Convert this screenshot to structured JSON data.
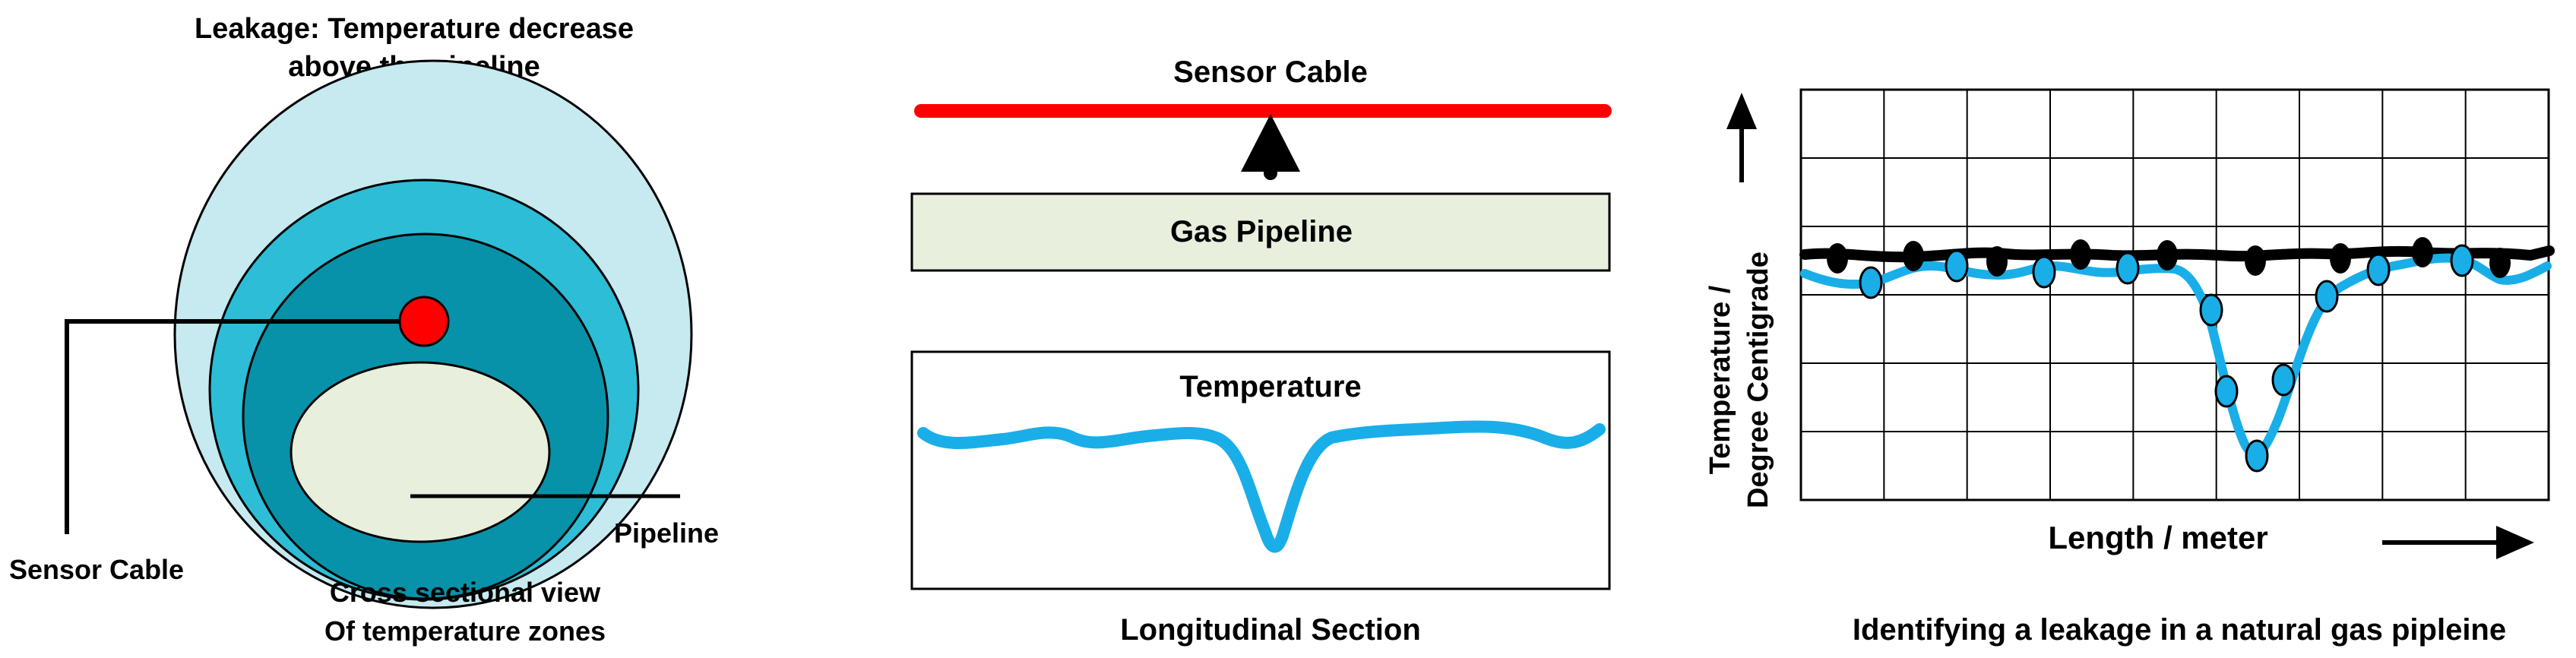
{
  "left_panel": {
    "title_line1": "Leakage: Temperature decrease",
    "title_line2": "above the pipeline",
    "sensor_cable_label": "Sensor Cable",
    "pipeline_label": "Pipeline",
    "caption_line1": "Cross sectional view",
    "caption_line2": "Of temperature zones",
    "colors": {
      "outer_zone": "#c7e9f0",
      "middle_zone": "#2dbdd6",
      "inner_zone": "#0892a9",
      "pipeline": "#e8efdd",
      "sensor": "#ff0000"
    }
  },
  "middle_panel": {
    "sensor_cable_label": "Sensor Cable",
    "gas_pipeline_label": "Gas Pipeline",
    "temperature_label": "Temperature",
    "caption": "Longitudinal Section",
    "colors": {
      "cable": "#ff0000",
      "pipeline_fill": "#e8efdd",
      "temperature_curve": "#1aaee8"
    }
  },
  "right_panel": {
    "y_axis_label_line1": "Temperature /",
    "y_axis_label_line2": "Degree Centigrade",
    "x_axis_label": "Length / meter",
    "caption": "Identifying a leakage in a natural gas pipleine",
    "colors": {
      "baseline_series": "#000000",
      "leak_series": "#1aaee8"
    }
  }
}
